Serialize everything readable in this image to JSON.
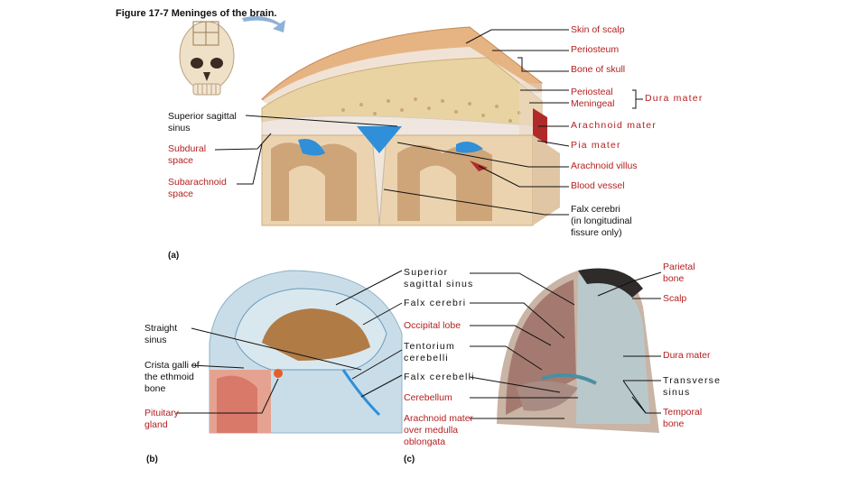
{
  "figure": {
    "caption": "Figure 17-7  Meninges of the brain.",
    "panel_a": "(a)",
    "panel_b": "(b)",
    "panel_c": "(c)"
  },
  "labels_a": {
    "skin_of_scalp": "Skin of scalp",
    "periosteum": "Periosteum",
    "bone_of_skull": "Bone of skull",
    "periosteal_meningeal": "Periosteal\nMeningeal",
    "dura_mater": "Dura mater",
    "arachnoid_mater": "Arachnoid mater",
    "pia_mater": "Pia mater",
    "arachnoid_villus": "Arachnoid villus",
    "blood_vessel": "Blood vessel",
    "falx_cerebri": "Falx cerebri\n(in longitudinal\nfissure only)",
    "superior_sagittal_sinus": "Superior sagittal\nsinus",
    "subdural_space": "Subdural\nspace",
    "subarachnoid_space": "Subarachnoid\nspace"
  },
  "labels_b": {
    "straight_sinus": "Straight\nsinus",
    "crista_galli": "Crista galli of\nthe ethmoid\nbone",
    "pituitary_gland": "Pituitary\ngland"
  },
  "labels_center": {
    "superior_sagittal_sinus": "Superior\nsagittal sinus",
    "falx_cerebri": "Falx cerebri",
    "occipital_lobe": "Occipital lobe",
    "tentorium_cerebelli": "Tentorium\ncerebelli",
    "falx_cerebelli": "Falx cerebelli",
    "cerebellum": "Cerebellum",
    "arachnoid_over_medulla": "Arachnoid mater\nover medulla\noblongata"
  },
  "labels_c": {
    "parietal_bone": "Parietal\nbone",
    "scalp": "Scalp",
    "dura_mater": "Dura mater",
    "transverse_sinus": "Transverse\nsinus",
    "temporal_bone": "Temporal\nbone"
  },
  "colors": {
    "label_red": "#b52020",
    "label_black": "#111111",
    "scalp": "#e9b98a",
    "bone": "#ecd6a8",
    "dura": "#efe6dc",
    "sinus_blue": "#2f8fd8",
    "brain": "#e7cba5",
    "gray_matter": "#c99a6f"
  }
}
